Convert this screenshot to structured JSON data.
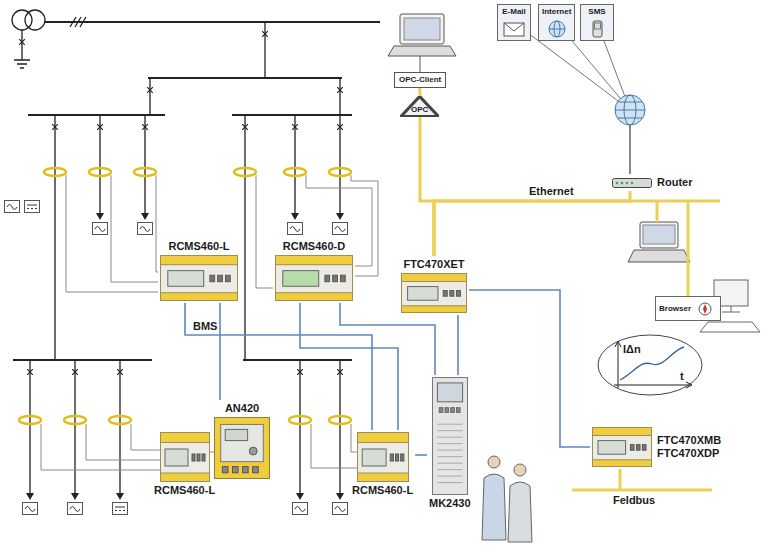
{
  "diagram": {
    "nodes": [
      {
        "text": [
          "RCMS460-L"
        ]
      },
      {
        "text": [
          "RCMS460-D"
        ]
      },
      {
        "text": [
          "FTC470XET"
        ]
      },
      {
        "text": [
          "AN420"
        ]
      },
      {
        "text": [
          "RCMS460-L"
        ]
      },
      {
        "text": [
          "RCMS460-L"
        ]
      },
      {
        "text": [
          "MK2430"
        ]
      },
      {
        "text": [
          "FTC470XMB",
          "FTC470XDP"
        ]
      },
      {
        "text": [
          "OPC-Client"
        ]
      },
      {
        "text": [
          "OPC"
        ]
      },
      {
        "text": [
          "E-Mail"
        ]
      },
      {
        "text": [
          "Internet"
        ]
      },
      {
        "text": [
          "SMS"
        ]
      },
      {
        "text": [
          "Router"
        ]
      },
      {
        "text": [
          "Browser"
        ]
      }
    ],
    "edges": [
      {
        "from": 0,
        "to": 3,
        "arrow": "none"
      },
      {
        "from": 0,
        "to": 5,
        "arrow": "none"
      },
      {
        "from": 1,
        "to": 5,
        "arrow": "none"
      },
      {
        "from": 1,
        "to": 6,
        "arrow": "none"
      },
      {
        "from": 5,
        "to": 6,
        "arrow": "none"
      },
      {
        "from": 6,
        "to": 2,
        "arrow": "none"
      },
      {
        "from": 2,
        "to": 7,
        "arrow": "none"
      },
      {
        "from": 9,
        "to": 8,
        "arrow": "none"
      },
      {
        "from": 2,
        "to": 9,
        "arrow": "none"
      },
      {
        "from": 2,
        "to": 13,
        "arrow": "none"
      },
      {
        "from": 2,
        "to": 14,
        "arrow": "none"
      },
      {
        "from": 10,
        "to": 13,
        "arrow": "none"
      },
      {
        "from": 11,
        "to": 13,
        "arrow": "none"
      },
      {
        "from": 12,
        "to": 13,
        "arrow": "none"
      }
    ],
    "labels": [
      "BMS",
      "Ethernet",
      "Feldbus",
      "IΔn",
      "t"
    ]
  }
}
